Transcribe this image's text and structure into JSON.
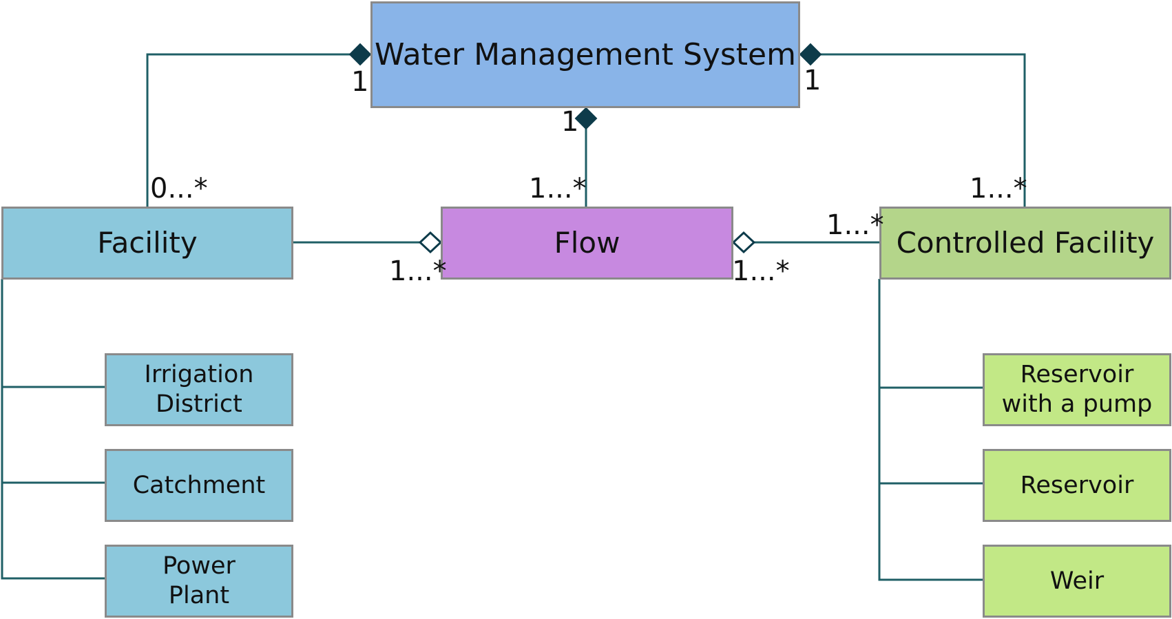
{
  "colors": {
    "line": "#1f5f66",
    "diamond": "#0d3b4a",
    "box_border": "#8a8a8a",
    "system_fill": "#89b4e8",
    "facility_fill": "#8cc8dc",
    "flow_fill": "#c789e0",
    "controlled_fill": "#b4d58a",
    "controlled_sub_fill": "#c2e886"
  },
  "boxes": {
    "system": "Water Management System",
    "facility": "Facility",
    "flow": "Flow",
    "controlled_facility": "Controlled Facility",
    "irrigation_district": "Irrigation District",
    "catchment": "Catchment",
    "power_plant": "Power Plant",
    "reservoir_with_pump": "Reservoir with a pump",
    "reservoir": "Reservoir",
    "weir": "Weir"
  },
  "multiplicities": {
    "system_left": "1",
    "facility_top": "0...*",
    "system_bottom": "1",
    "flow_top": "1...*",
    "system_right": "1",
    "controlled_top": "1...*",
    "facility_flow_right": "1...*",
    "flow_controlled_left": "1...*",
    "controlled_flow_right": "1...*"
  }
}
